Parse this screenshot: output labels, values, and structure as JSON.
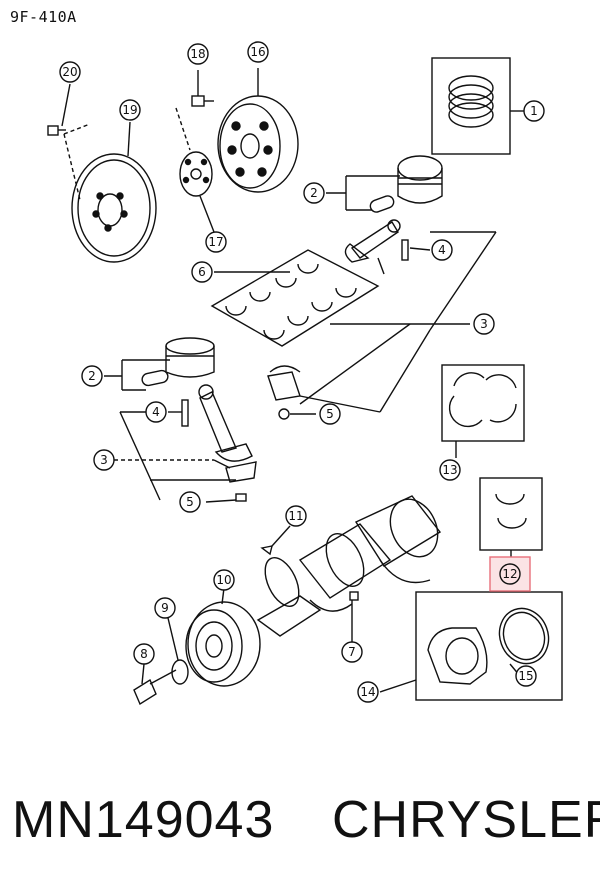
{
  "diagram_code": "9F-410A",
  "part_number": "MN149043",
  "brand": "CHRYSLER",
  "callouts": [
    "20",
    "18",
    "16",
    "19",
    "1",
    "2",
    "17",
    "4",
    "6",
    "3",
    "2",
    "4",
    "3",
    "5",
    "13",
    "5",
    "11",
    "12",
    "10",
    "9",
    "7",
    "8",
    "14",
    "15"
  ],
  "highlight_color": "#e8707a",
  "highlighted_callout": "12"
}
